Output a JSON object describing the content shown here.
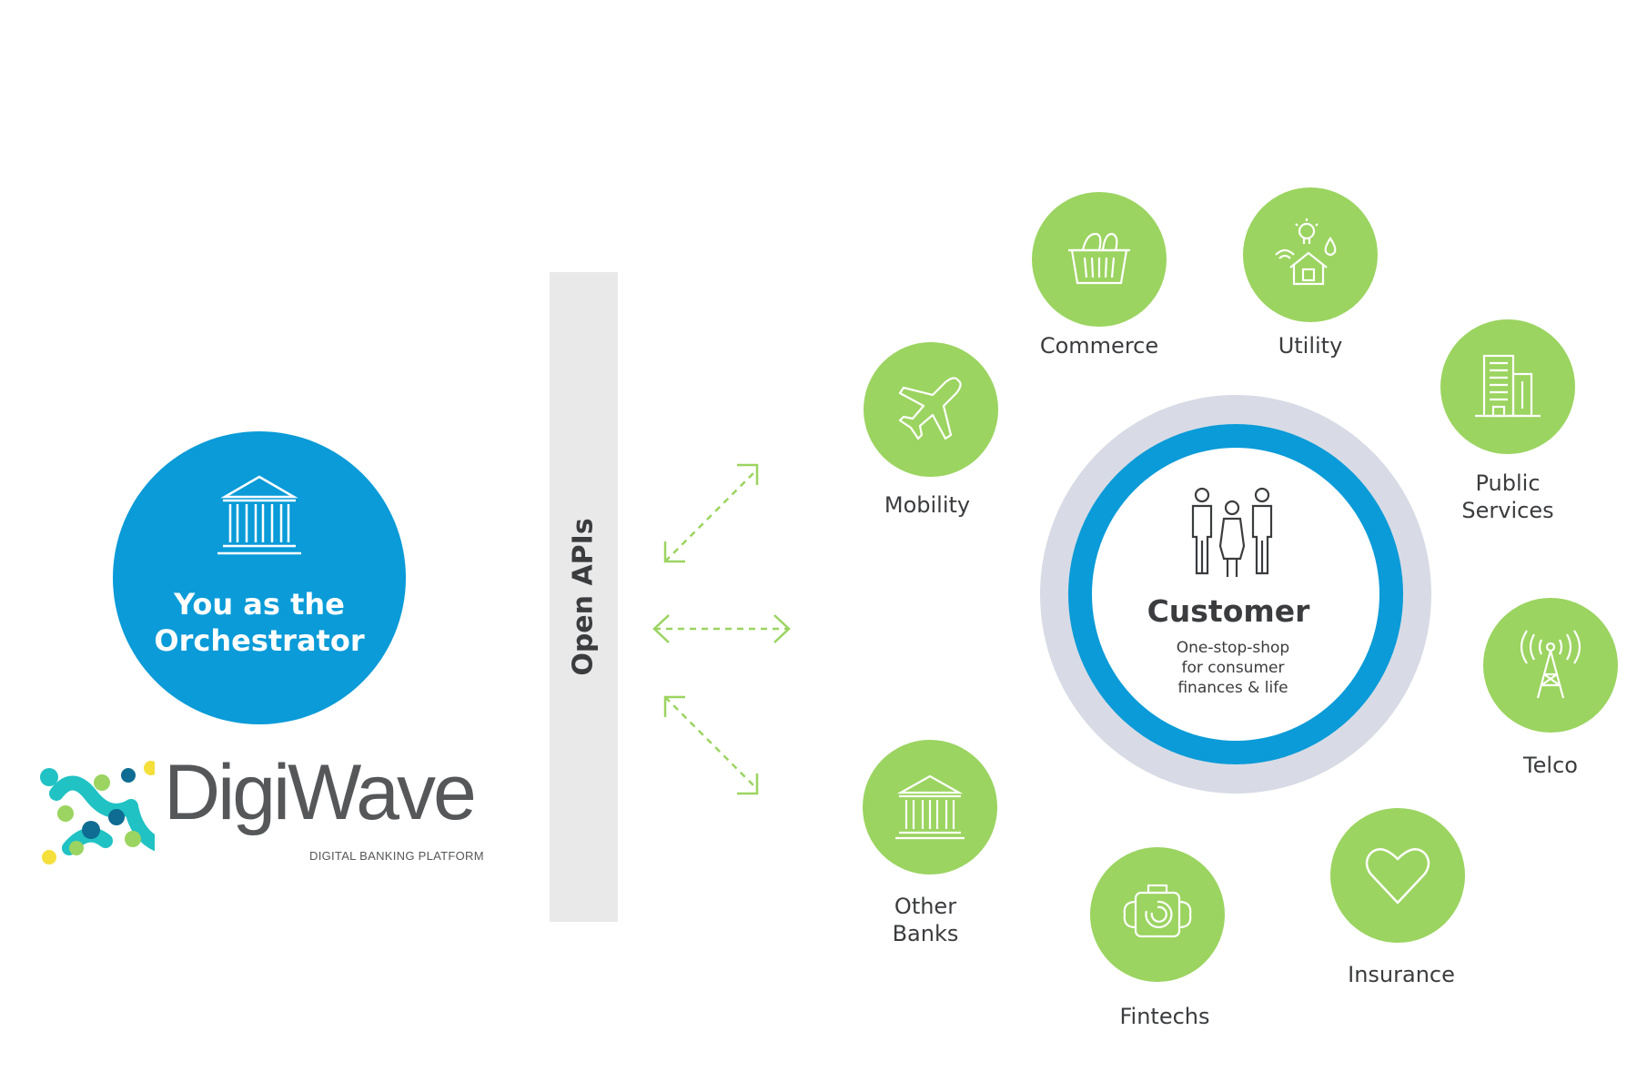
{
  "orchestrator": {
    "line1": "You as the",
    "line2": "Orchestrator",
    "icon": "bank-icon"
  },
  "logo": {
    "name": "DigiWave",
    "tagline": "DIGITAL BANKING PLATFORM"
  },
  "api": {
    "label": "Open APIs"
  },
  "customer": {
    "title": "Customer",
    "sub1": "One-stop-shop",
    "sub2": "for consumer",
    "sub3": "finances & life",
    "icon": "people-icon"
  },
  "nodes": {
    "commerce": {
      "label": "Commerce",
      "icon": "basket-icon"
    },
    "utility": {
      "label": "Utility",
      "icon": "smart-home-icon"
    },
    "mobility": {
      "label": "Mobility",
      "icon": "airplane-icon"
    },
    "public_services": {
      "line1": "Public",
      "line2": "Services",
      "icon": "building-icon"
    },
    "telco": {
      "label": "Telco",
      "icon": "antenna-icon"
    },
    "insurance": {
      "label": "Insurance",
      "icon": "heart-icon"
    },
    "fintechs": {
      "label": "Fintechs",
      "icon": "smartwatch-icon"
    },
    "other_banks": {
      "line1": "Other",
      "line2": "Banks",
      "icon": "bank-icon"
    }
  },
  "colors": {
    "blue": "#0a9bd8",
    "green": "#9bd460",
    "ring": "#d8dbe5",
    "text": "#3b3c3e",
    "bar": "#e9e9ea"
  }
}
